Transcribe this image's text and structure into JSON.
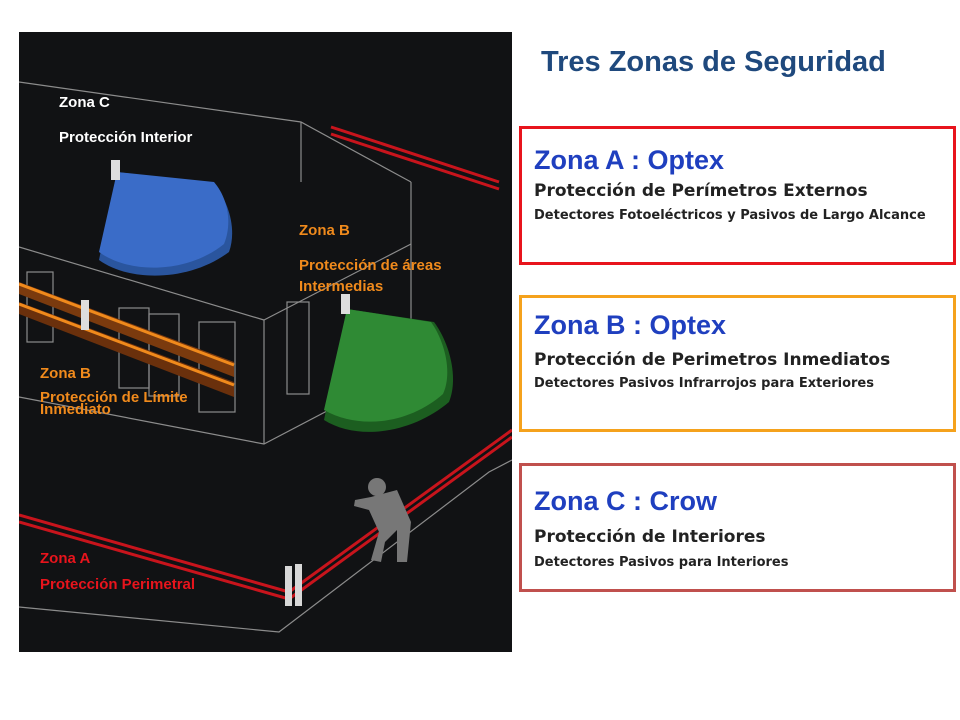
{
  "title": "Tres Zonas de Seguridad",
  "diagram": {
    "zone_c_label": "Zona C",
    "zone_c_desc": "Protección Interior",
    "zone_b_mid_label": "Zona B",
    "zone_b_mid_desc_1": "Protección de áreas",
    "zone_b_mid_desc_2": "Intermedias",
    "zone_b_lim_label": "Zona B",
    "zone_b_lim_desc_1": "Protección de Límite",
    "zone_b_lim_desc_2": "Inmediato",
    "zone_a_label": "Zona A",
    "zone_a_desc": "Protección Perimetral",
    "colors": {
      "zone_c": "#3a6cc8",
      "zone_b": "#2f8a34",
      "zone_a": "#e8141c",
      "label_orange": "#f08a1c"
    }
  },
  "cards": {
    "a": {
      "heading": "Zona A : Optex",
      "sub": "Protección de Perímetros Externos",
      "detail": "Detectores Fotoeléctricos y Pasivos de Largo Alcance",
      "border": "#e8141c"
    },
    "b": {
      "heading": "Zona B : Optex",
      "sub": "Protección de Perimetros Inmediatos",
      "detail": "Detectores Pasivos Infrarrojos para Exteriores",
      "border": "#f5a21c"
    },
    "c": {
      "heading": "Zona C : Crow",
      "sub": "Protección de Interiores",
      "detail": "Detectores Pasivos para Interiores",
      "border": "#c0504d"
    }
  }
}
